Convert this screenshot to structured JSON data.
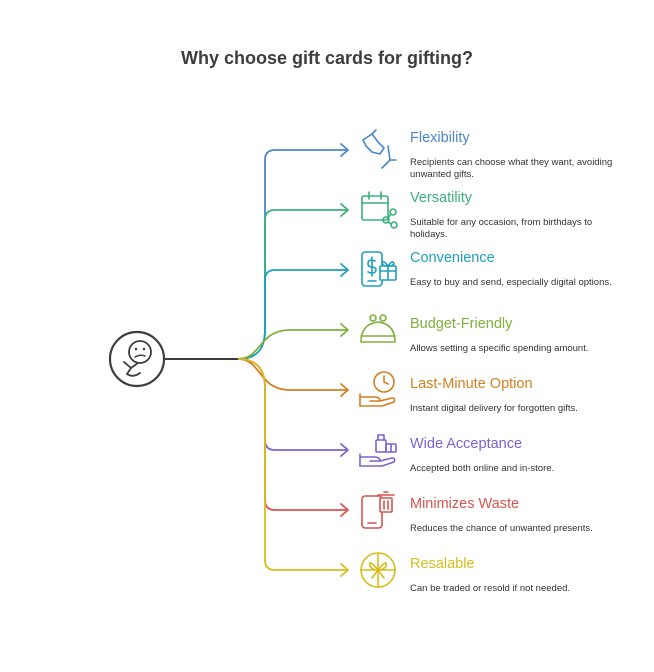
{
  "title": "Why choose gift cards for gifting?",
  "center_icon": "thinking-face-icon",
  "items": [
    {
      "label": "Flexibility",
      "desc": "Recipients can choose what they want, avoiding unwanted gifts.",
      "color": "#4a86c9",
      "icon": "hand-pointing-icon"
    },
    {
      "label": "Versatility",
      "desc": "Suitable for any occasion, from birthdays to holidays.",
      "color": "#3ab079",
      "icon": "calendar-share-icon"
    },
    {
      "label": "Convenience",
      "desc": "Easy to buy and send, especially digital options.",
      "color": "#1f9fbf",
      "icon": "phone-gift-icon"
    },
    {
      "label": "Budget-Friendly",
      "desc": "Allows setting a specific spending amount.",
      "color": "#7fb13c",
      "icon": "coin-purse-icon"
    },
    {
      "label": "Last-Minute Option",
      "desc": "Instant digital delivery for forgotten gifts.",
      "color": "#d47f1f",
      "icon": "clock-hand-icon"
    },
    {
      "label": "Wide Acceptance",
      "desc": "Accepted both online and in-store.",
      "color": "#7a63cf",
      "icon": "hand-shopping-icon"
    },
    {
      "label": "Minimizes Waste",
      "desc": "Reduces the chance of unwanted presents.",
      "color": "#d9534f",
      "icon": "phone-trash-icon"
    },
    {
      "label": "Resalable",
      "desc": "Can be traded or resold if not needed.",
      "color": "#d6bd1a",
      "icon": "gift-circle-icon"
    }
  ]
}
